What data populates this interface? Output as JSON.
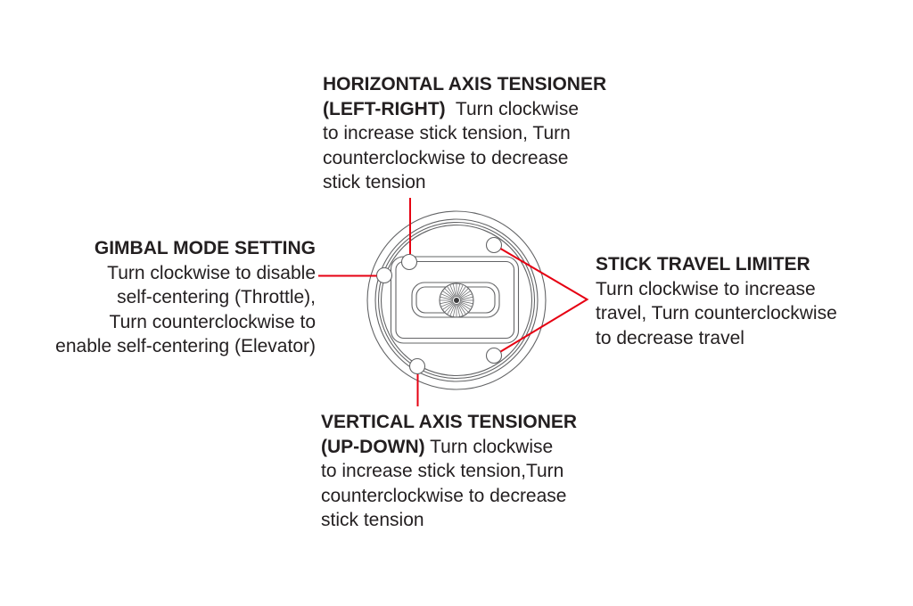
{
  "figure": {
    "subject": "gimbal-rear-view",
    "colors": {
      "background": "#ffffff",
      "text": "#231f20",
      "diagram_line": "#636466",
      "leader_line_red": "#e60012"
    }
  },
  "callouts": {
    "top": {
      "lines": [
        {
          "bold": "HORIZONTAL AXIS TENSIONER",
          "rest": ""
        },
        {
          "bold": "(LEFT-RIGHT)",
          "rest": "  Turn clockwise"
        },
        {
          "bold": "",
          "rest": "to increase stick tension, Turn"
        },
        {
          "bold": "",
          "rest": "counterclockwise to decrease"
        },
        {
          "bold": "",
          "rest": "stick tension"
        }
      ]
    },
    "left": {
      "lines": [
        {
          "bold": "GIMBAL MODE SETTING",
          "rest": ""
        },
        {
          "bold": "",
          "rest": "Turn clockwise to disable"
        },
        {
          "bold": "",
          "rest": "self-centering (Throttle),"
        },
        {
          "bold": "",
          "rest": "Turn counterclockwise to"
        },
        {
          "bold": "",
          "rest": "enable self-centering (Elevator)"
        }
      ]
    },
    "right": {
      "lines": [
        {
          "bold": "STICK TRAVEL LIMITER",
          "rest": ""
        },
        {
          "bold": "",
          "rest": "Turn clockwise to increase"
        },
        {
          "bold": "",
          "rest": "travel, Turn counterclockwise"
        },
        {
          "bold": "",
          "rest": "to decrease travel"
        }
      ]
    },
    "bottom": {
      "lines": [
        {
          "bold": "VERTICAL AXIS TENSIONER",
          "rest": ""
        },
        {
          "bold": "(UP-DOWN)",
          "rest": " Turn clockwise"
        },
        {
          "bold": "",
          "rest": "to increase stick tension,Turn"
        },
        {
          "bold": "",
          "rest": "counterclockwise to decrease"
        },
        {
          "bold": "",
          "rest": "stick tension"
        }
      ]
    }
  }
}
